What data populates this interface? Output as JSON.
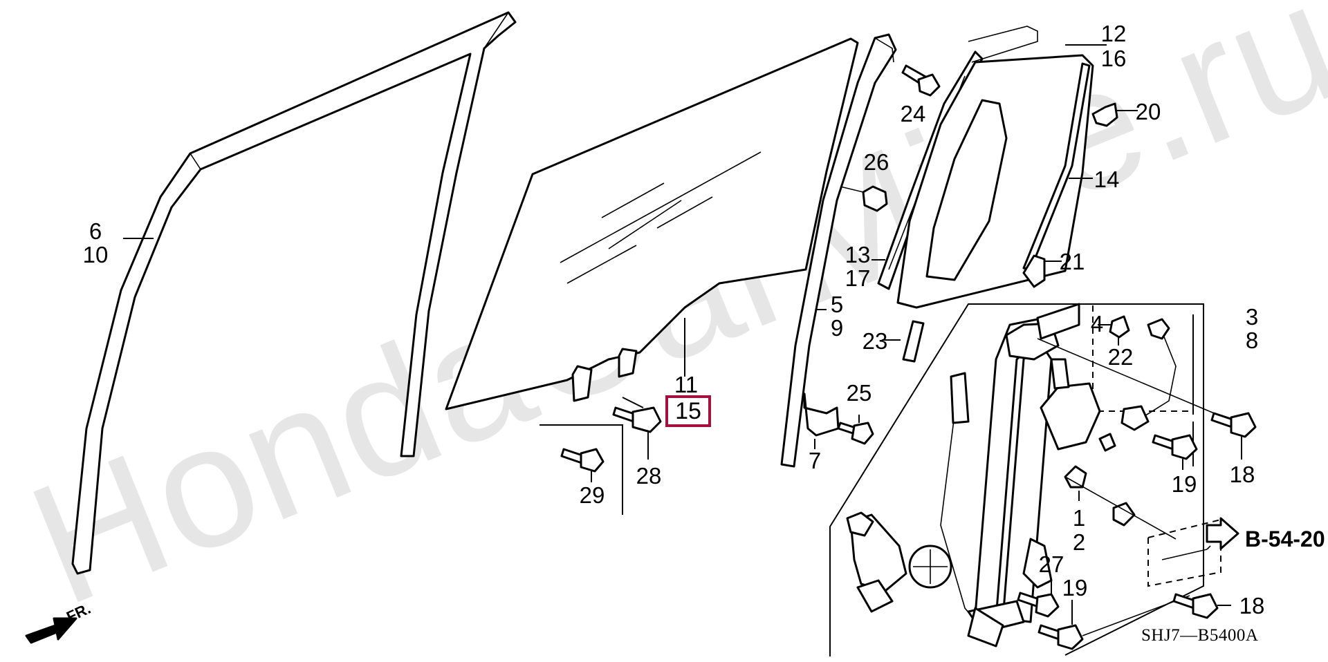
{
  "watermark": "HondaCarMine.ru",
  "diagram_code": "SHJ7—B5400A",
  "front_indicator": "FR.",
  "reference": "B-54-20",
  "highlight_color": "#a5113f",
  "callouts": {
    "c6": "6",
    "c10": "10",
    "c11": "11",
    "c15": "15",
    "c12": "12",
    "c16": "16",
    "c13": "13",
    "c17": "17",
    "c5": "5",
    "c9": "9",
    "c24": "24",
    "c26": "26",
    "c20": "20",
    "c14": "14",
    "c21": "21",
    "c23": "23",
    "c25": "25",
    "c7": "7",
    "c28": "28",
    "c29": "29",
    "c4": "4",
    "c22": "22",
    "c3": "3",
    "c8": "8",
    "c18a": "18",
    "c19a": "19",
    "c1": "1",
    "c2": "2",
    "c27": "27",
    "c19b": "19",
    "c18b": "18"
  }
}
